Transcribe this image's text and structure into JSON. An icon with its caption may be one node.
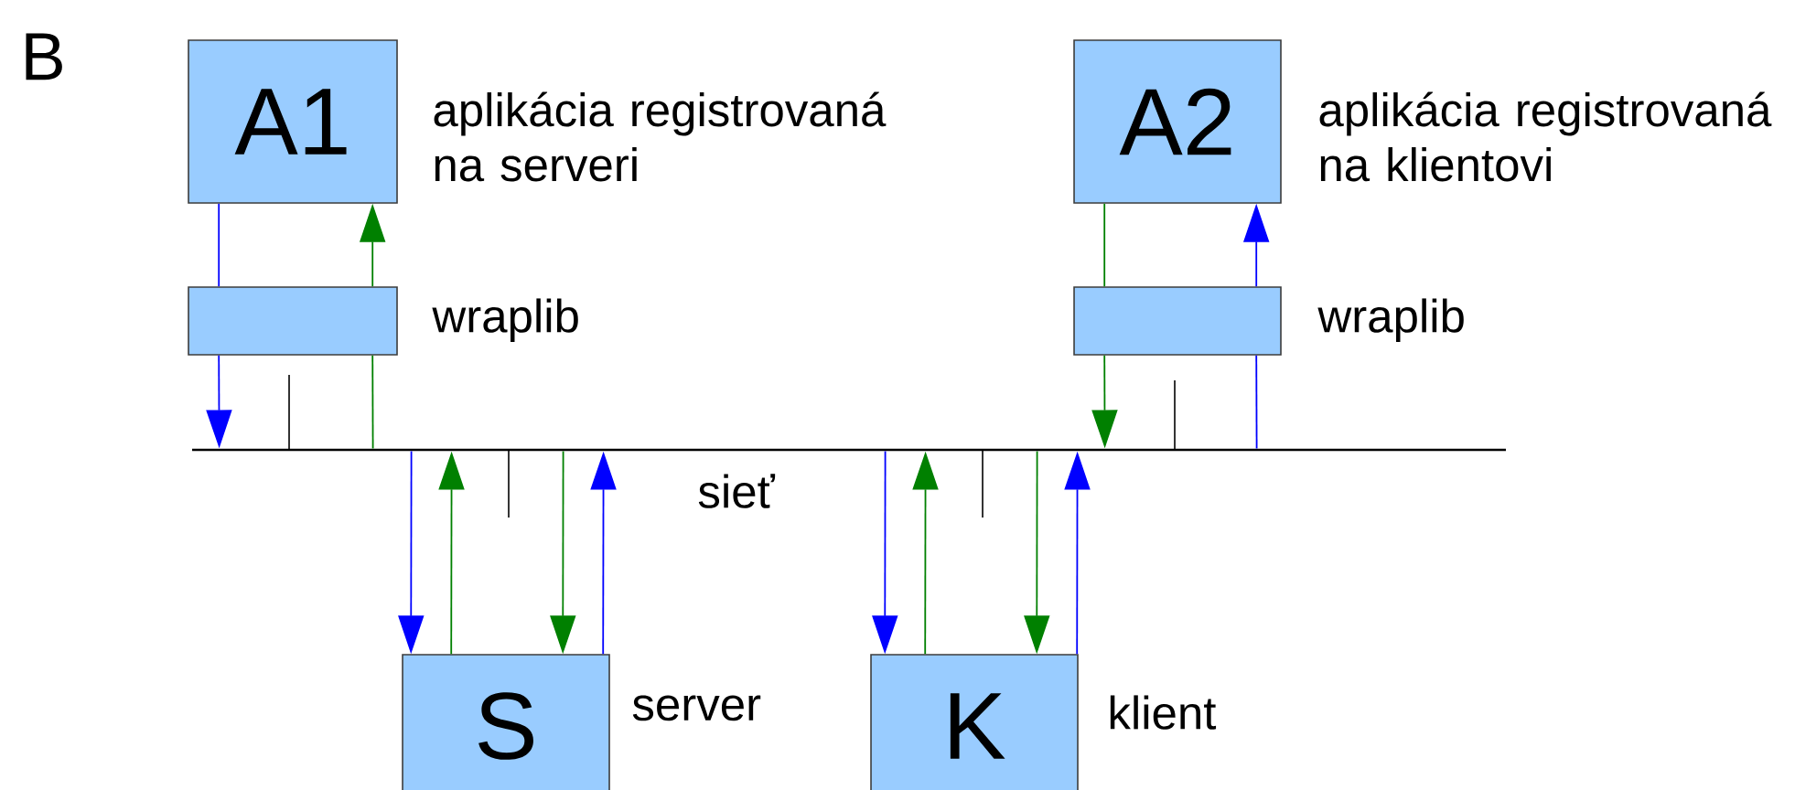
{
  "diagram": {
    "nodes": [
      {
        "text": [
          "A1"
        ],
        "beside": [
          "aplikácia registrovaná na serveri"
        ]
      },
      {
        "text": [],
        "shape": "box",
        "beside": [
          "wraplib"
        ]
      },
      {
        "text": [
          "A2"
        ],
        "beside": [
          "aplikácia registrovaná na klientovi"
        ]
      },
      {
        "text": [],
        "shape": "box",
        "beside": [
          "wraplib"
        ]
      },
      {
        "text": [],
        "shape": "bar",
        "beside": [
          "sieť"
        ]
      },
      {
        "text": [
          "S"
        ],
        "beside": [
          "server"
        ]
      },
      {
        "text": [
          "K"
        ],
        "beside": [
          "klient"
        ]
      }
    ],
    "edges": [
      {
        "from": 0,
        "to": 1,
        "arrow": "none",
        "color": "#0000ff"
      },
      {
        "from": 1,
        "to": 4,
        "arrow": "to",
        "color": "#0000ff"
      },
      {
        "from": 4,
        "to": 1,
        "arrow": "none",
        "color": "#008000"
      },
      {
        "from": 1,
        "to": 0,
        "arrow": "to",
        "color": "#008000"
      },
      {
        "from": 2,
        "to": 3,
        "arrow": "none",
        "color": "#008000"
      },
      {
        "from": 3,
        "to": 4,
        "arrow": "to",
        "color": "#008000"
      },
      {
        "from": 4,
        "to": 3,
        "arrow": "none",
        "color": "#0000ff"
      },
      {
        "from": 3,
        "to": 2,
        "arrow": "to",
        "color": "#0000ff"
      },
      {
        "from": 4,
        "to": 5,
        "arrow": "to",
        "color": "#0000ff"
      },
      {
        "from": 5,
        "to": 4,
        "arrow": "to",
        "color": "#008000"
      },
      {
        "from": 4,
        "to": 5,
        "arrow": "to",
        "color": "#008000"
      },
      {
        "from": 5,
        "to": 4,
        "arrow": "to",
        "color": "#0000ff"
      },
      {
        "from": 4,
        "to": 6,
        "arrow": "to",
        "color": "#0000ff"
      },
      {
        "from": 6,
        "to": 4,
        "arrow": "to",
        "color": "#008000"
      },
      {
        "from": 4,
        "to": 6,
        "arrow": "to",
        "color": "#008000"
      },
      {
        "from": 6,
        "to": 4,
        "arrow": "to",
        "color": "#0000ff"
      }
    ],
    "labels": [
      "B"
    ]
  }
}
